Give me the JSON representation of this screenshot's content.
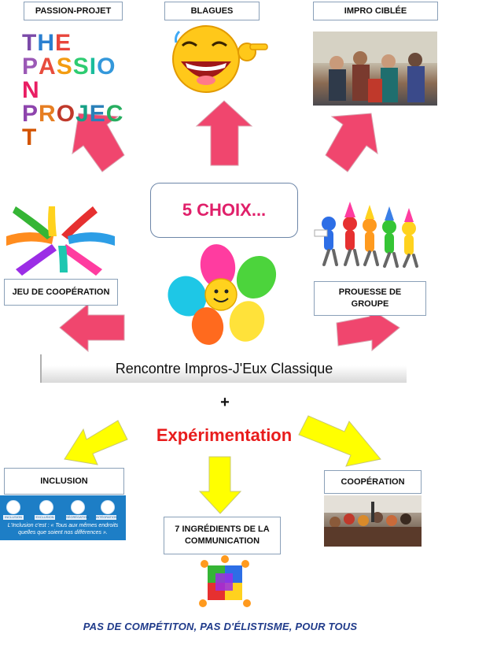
{
  "center": {
    "choices_title": "5 CHOIX...",
    "banner": "Rencontre Impros-J'Eux Classique",
    "plus": "+",
    "experimentation": "Expérimentation"
  },
  "top_boxes": {
    "passion_projet": "PASSION-PROJET",
    "blagues": "BLAGUES",
    "impro_ciblee": "IMPRO CIBLÉE"
  },
  "middle_boxes": {
    "jeu_cooperation": "JEU DE COOPÉRATION",
    "prouesse_line1": "PROUESSE DE",
    "prouesse_line2": "GROUPE"
  },
  "bottom_boxes": {
    "inclusion": "INCLUSION",
    "ingredients_line1": "7 INGRÉDIENTS DE LA",
    "ingredients_line2": "COMMUNICATION",
    "cooperation": "COOPÉRATION"
  },
  "passion_logo": {
    "line1": [
      "T",
      "H",
      "E"
    ],
    "line2": [
      "P",
      "A",
      "S",
      "S",
      "I",
      "O",
      "N"
    ],
    "line3": [
      "P",
      "R",
      "O",
      "J",
      "E",
      "C",
      "T"
    ]
  },
  "inclusion_image": {
    "tags": [
      "INCLUSION",
      "EXCLUSION",
      "SÉGRÉGATION",
      "INTÉGRATION"
    ],
    "text_line1": "L'Inclusion c'est : « Tous aux mêmes endroits",
    "text_line2": "quelles que soient nos différences »."
  },
  "footer": "PAS DE COMPÉTITON, PAS D'ÉLISTISME, POUR TOUS",
  "colors": {
    "pink_arrow": "#f0466e",
    "yellow_arrow": "#ffff00",
    "choix_text": "#e0206a",
    "experimentation_text": "#e81c1c",
    "footer_text": "#1f3a8a"
  },
  "icons": [
    "laughing-emoji-icon",
    "flower-faces-icon",
    "dancing-figures-icon",
    "puzzle-people-icon",
    "hands-circle-icon"
  ]
}
